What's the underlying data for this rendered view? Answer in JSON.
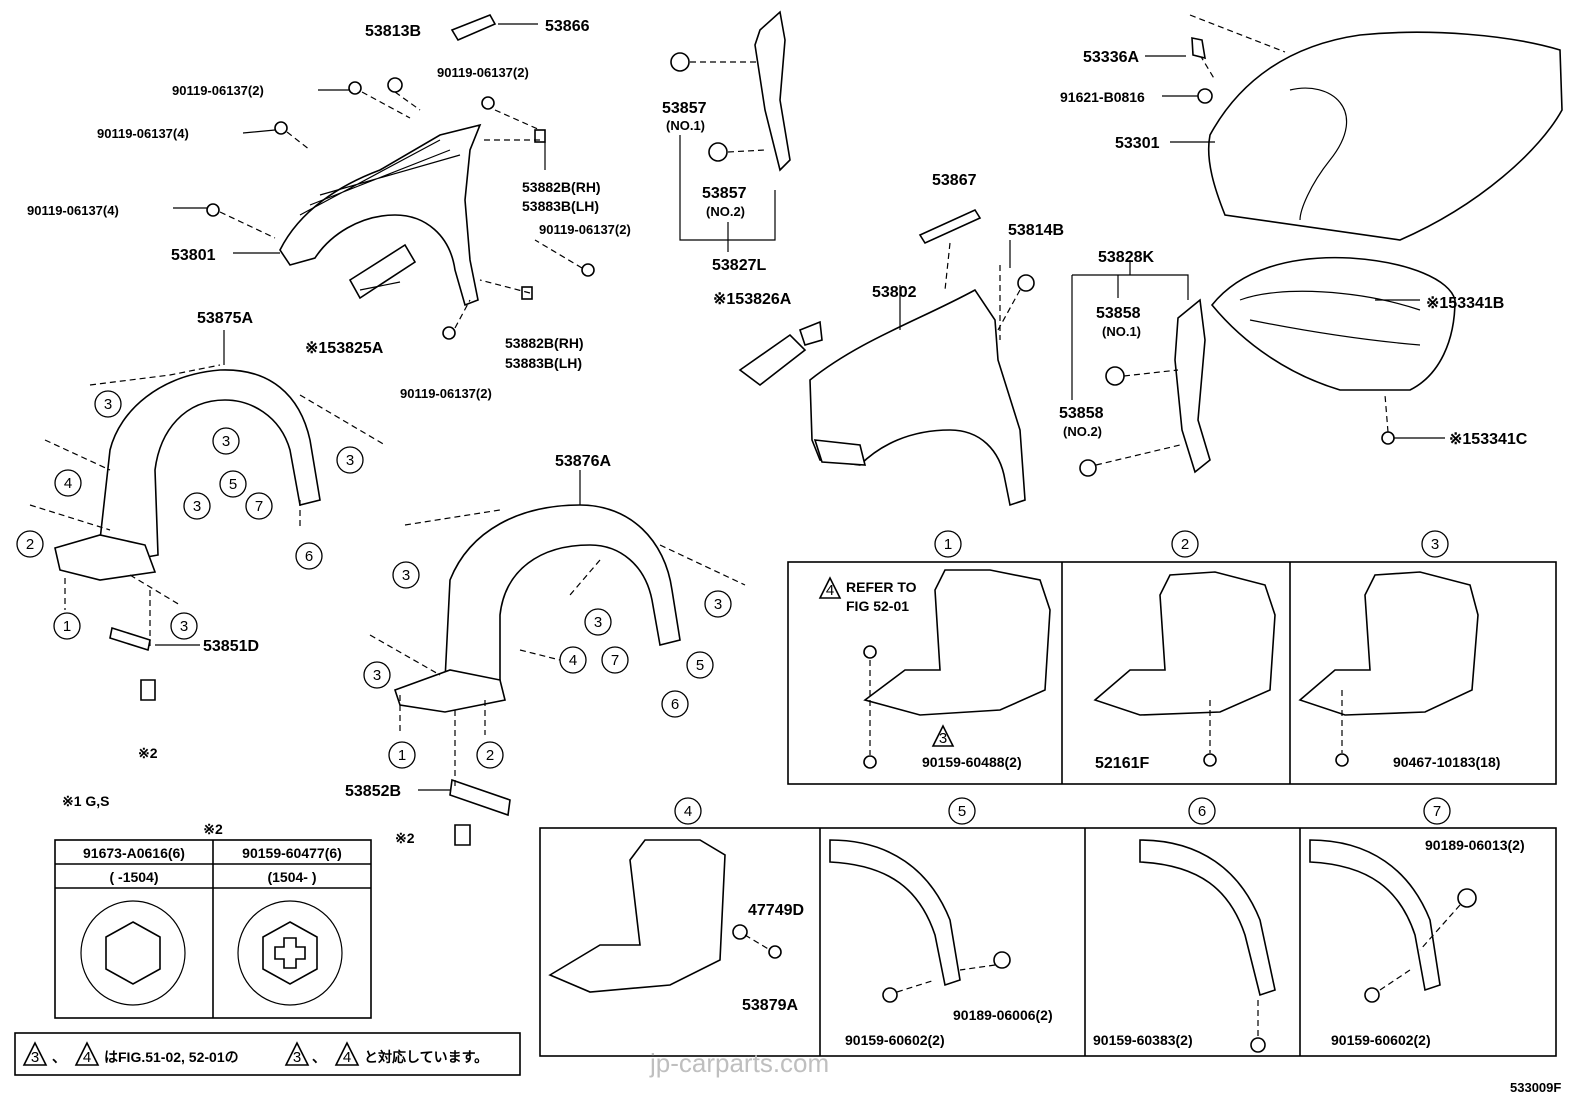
{
  "parts": {
    "p53813B": "53813B",
    "p53866": "53866",
    "b90119_a": "90119-06137(2)",
    "b90119_b": "90119-06137(2)",
    "b90119_c": "90119-06137(4)",
    "b90119_d": "90119-06137(4)",
    "p53801": "53801",
    "p53882B_1": "53882B(RH)",
    "p53883B_1": "53883B(LH)",
    "b90119_e": "90119-06137(2)",
    "p53882B_2": "53882B(RH)",
    "p53883B_2": "53883B(LH)",
    "b90119_f": "90119-06137(2)",
    "p53825A": "※153825A",
    "p53857_1": "53857",
    "p53857_1n": "(NO.1)",
    "p53857_2": "53857",
    "p53857_2n": "(NO.2)",
    "p53827L": "53827L",
    "p53826A": "※153826A",
    "p53336A": "53336A",
    "p91621": "91621-B0816",
    "p53301": "53301",
    "p53867": "53867",
    "p53814B": "53814B",
    "p53802": "53802",
    "p53828K": "53828K",
    "p53858_1": "53858",
    "p53858_1n": "(NO.1)",
    "p53858_2": "53858",
    "p53858_2n": "(NO.2)",
    "p53341B": "※153341B",
    "p53341C": "※153341C",
    "p53875A": "53875A",
    "p53851D": "53851D",
    "p53876A": "53876A",
    "p53852B": "53852B",
    "note_ast2": "※2",
    "note_ast2b": "※2",
    "note_gs": "※1 G,S"
  },
  "callouts": {
    "c1": "1",
    "c2": "2",
    "c3": "3",
    "c4": "4",
    "c5": "5",
    "c6": "6",
    "c7": "7"
  },
  "detail_panels": {
    "refer_line1": "REFER TO",
    "refer_line2": "FIG 52-01",
    "refer_badge": "4",
    "p1_bolt": "90159-60488(2)",
    "p1_badge": "3",
    "p2_part": "52161F",
    "p3_part": "90467-10183(18)",
    "p4_part_a": "47749D",
    "p4_part_b": "53879A",
    "p5_part_a": "90189-06006(2)",
    "p5_part_b": "90159-60602(2)",
    "p6_part": "90159-60383(2)",
    "p7_part_a": "90189-06013(2)",
    "p7_part_b": "90159-60602(2)"
  },
  "bolt_table": {
    "title": "※2",
    "col1_header": "91673-A0616(6)",
    "col2_header": "90159-60477(6)",
    "col1_range": "(   -1504)",
    "col2_range": "(1504-   )"
  },
  "footnote": {
    "badge_a": "3",
    "badge_b": "4",
    "text_mid": "はFIG.51-02, 52-01の",
    "badge_c": "3",
    "badge_d": "4",
    "text_end": "と対応しています。",
    "sep": "、"
  },
  "watermark": "jp-carparts.com",
  "figure_code": "533009F"
}
